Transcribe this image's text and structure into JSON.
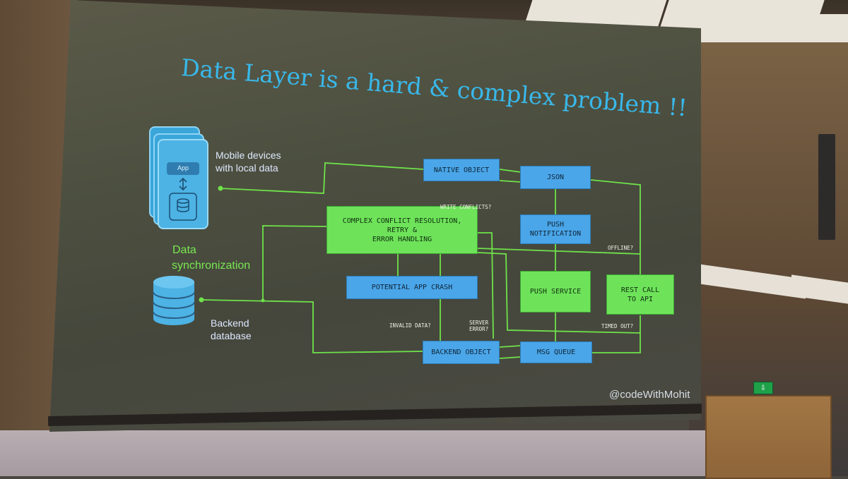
{
  "slide": {
    "title": "Data Layer is a hard & complex problem !!",
    "handle": "@codeWithMohit"
  },
  "left": {
    "mobile_label_line1": "Mobile devices",
    "mobile_label_line2": "with local data",
    "app_chip": "App",
    "sync_line1": "Data",
    "sync_line2": "synchronization",
    "backend_label_line1": "Backend",
    "backend_label_line2": "database"
  },
  "boxes": {
    "native_object": "NATIVE OBJECT",
    "json": "JSON",
    "conflict_line1": "COMPLEX CONFLICT RESOLUTION,",
    "conflict_line2": "RETRY &",
    "conflict_line3": "ERROR HANDLING",
    "push_notification_line1": "PUSH",
    "push_notification_line2": "NOTIFICATION",
    "potential_crash": "POTENTIAL APP CRASH",
    "push_service": "PUSH SERVICE",
    "rest_call_line1": "REST CALL",
    "rest_call_line2": "TO API",
    "backend_object": "BACKEND OBJECT",
    "msg_queue": "MSG QUEUE"
  },
  "tags": {
    "write_conflicts": "WRITE CONFLICTS?",
    "offline": "OFFLINE?",
    "invalid_data": "INVALID DATA?",
    "server_error_line1": "SERVER",
    "server_error_line2": "ERROR?",
    "timed_out": "TIMED OUT?"
  },
  "colors": {
    "title": "#39b8ea",
    "blue_box": "#4aa6e8",
    "green_box": "#6ee35a",
    "connector": "#6fe24a",
    "sync_text": "#79e852"
  }
}
